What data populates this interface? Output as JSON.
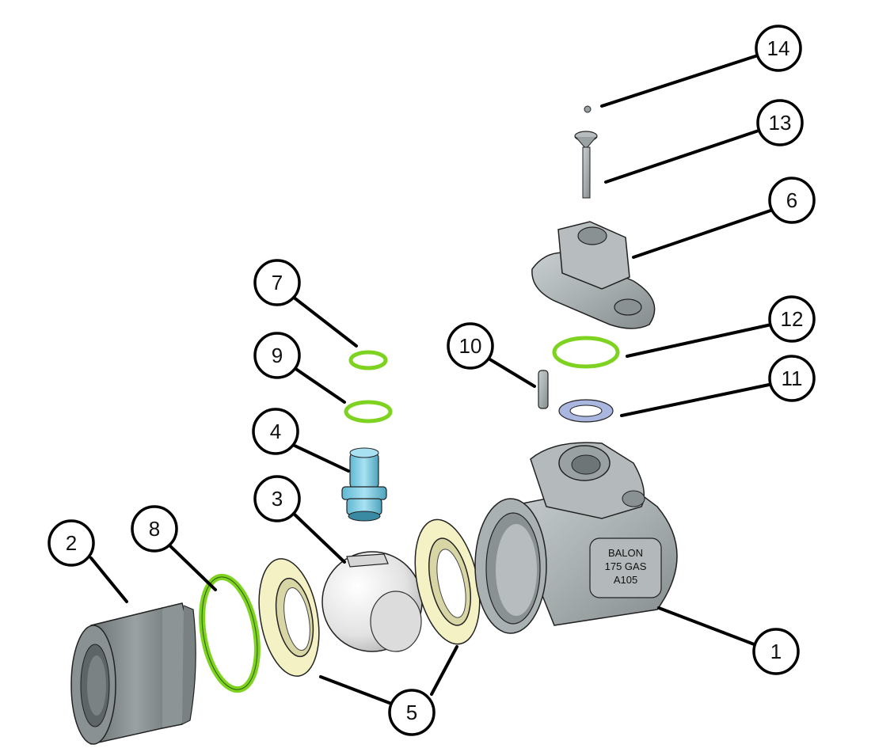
{
  "diagram": {
    "title": "Ball valve exploded view",
    "body_marking": {
      "line1": "BALON",
      "line2": "175 GAS",
      "line3": "A105"
    },
    "callouts": [
      {
        "id": "1",
        "part": "body"
      },
      {
        "id": "2",
        "part": "end-connector"
      },
      {
        "id": "3",
        "part": "ball"
      },
      {
        "id": "4",
        "part": "stem"
      },
      {
        "id": "5",
        "part": "seats"
      },
      {
        "id": "6",
        "part": "handle-lever"
      },
      {
        "id": "7",
        "part": "stem-o-ring-upper"
      },
      {
        "id": "8",
        "part": "body-o-ring"
      },
      {
        "id": "9",
        "part": "stem-o-ring-lower"
      },
      {
        "id": "10",
        "part": "stop-pin"
      },
      {
        "id": "11",
        "part": "thrust-washer"
      },
      {
        "id": "12",
        "part": "handle-o-ring"
      },
      {
        "id": "13",
        "part": "screw"
      },
      {
        "id": "14",
        "part": "ball-plug"
      }
    ],
    "colors": {
      "metal": "#a9b0b1",
      "metal_dark": "#7d8485",
      "oring_green": "#7ed321",
      "seat_yellow": "#f4f1c4",
      "stem_blue": "#8fd3e8",
      "washer_blue": "#a9b6e0",
      "ball_white": "#ececec"
    }
  }
}
